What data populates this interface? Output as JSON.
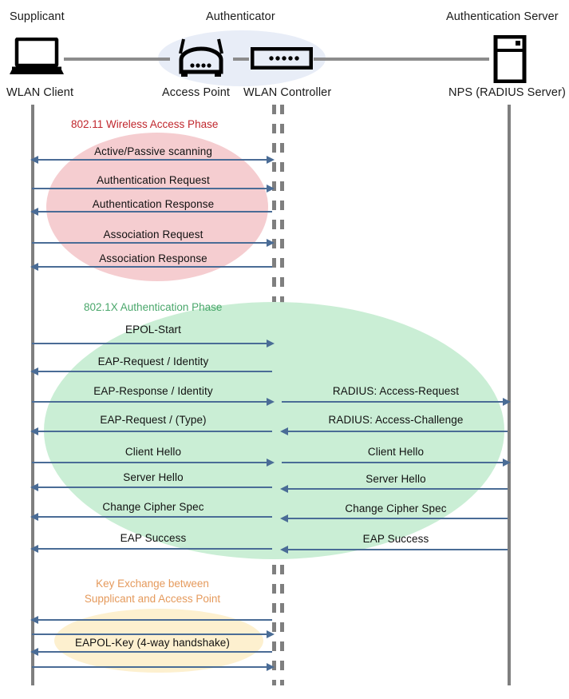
{
  "diagram": {
    "title_role_supplicant": "Supplicant",
    "title_role_authenticator": "Authenticator",
    "title_role_auth_server": "Authentication Server",
    "device_supplicant": "WLAN Client",
    "device_access_point": "Access Point",
    "device_wlan_controller": "WLAN Controller",
    "device_auth_server": "NPS (RADIUS Server)",
    "colors": {
      "phase1_text": "#c0272d",
      "phase1_blob": "#f5cdd0",
      "phase2_text": "#4aa76b",
      "phase2_blob": "#caeed5",
      "phase3_text": "#e59a5c",
      "phase3_blob": "#fdf0cf",
      "arrow": "#4a6c96",
      "lifeline": "#7f7f7f",
      "authenticator_blob": "#e8edf7",
      "wire": "#8c8c8c"
    }
  },
  "phases": [
    {
      "name": "802.11 Wireless Access Phase",
      "messages": [
        {
          "label": "Active/Passive scanning",
          "direction": "both"
        },
        {
          "label": "Authentication Request",
          "direction": "right"
        },
        {
          "label": "Authentication Response",
          "direction": "left"
        },
        {
          "label": "Association Request",
          "direction": "right"
        },
        {
          "label": "Association Response",
          "direction": "left"
        }
      ]
    },
    {
      "name": "802.1X Authentication Phase",
      "messages_left": [
        {
          "label": "EPOL-Start",
          "direction": "right"
        },
        {
          "label": "EAP-Request / Identity",
          "direction": "left"
        },
        {
          "label": "EAP-Response / Identity",
          "direction": "right"
        },
        {
          "label": "EAP-Request / (Type)",
          "direction": "left"
        },
        {
          "label": "Client Hello",
          "direction": "right"
        },
        {
          "label": "Server Hello",
          "direction": "left"
        },
        {
          "label": "Change Cipher Spec",
          "direction": "left"
        },
        {
          "label": "EAP Success",
          "direction": "left"
        }
      ],
      "messages_right": [
        {
          "label": "RADIUS: Access-Request",
          "direction": "right"
        },
        {
          "label": "RADIUS: Access-Challenge",
          "direction": "left"
        },
        {
          "label": "Client Hello",
          "direction": "right"
        },
        {
          "label": "Server Hello",
          "direction": "left"
        },
        {
          "label": "Change Cipher Spec",
          "direction": "left"
        },
        {
          "label": "EAP Success",
          "direction": "left"
        }
      ]
    },
    {
      "name": "Key Exchange between\nSupplicant and Access Point",
      "name_line1": "Key Exchange between",
      "name_line2": "Supplicant and Access Point",
      "inner_label": "EAPOL-Key (4-way handshake)",
      "messages": [
        {
          "label": "",
          "direction": "left"
        },
        {
          "label": "",
          "direction": "right"
        },
        {
          "label": "",
          "direction": "left"
        },
        {
          "label": "",
          "direction": "right"
        }
      ]
    }
  ],
  "icons": {
    "supplicant": "laptop-icon",
    "access_point": "wireless-router-icon",
    "wlan_controller": "network-switch-icon",
    "auth_server": "server-rack-icon"
  }
}
